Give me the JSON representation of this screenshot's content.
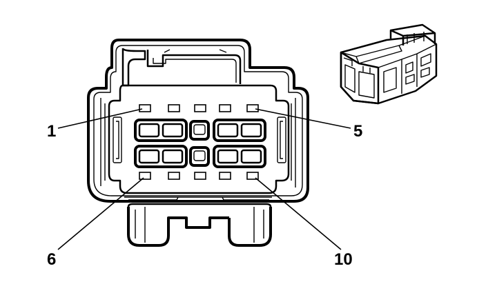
{
  "diagram": {
    "pin_labels": {
      "pin_1": "1",
      "pin_5": "5",
      "pin_6": "6",
      "pin_10": "10"
    }
  }
}
